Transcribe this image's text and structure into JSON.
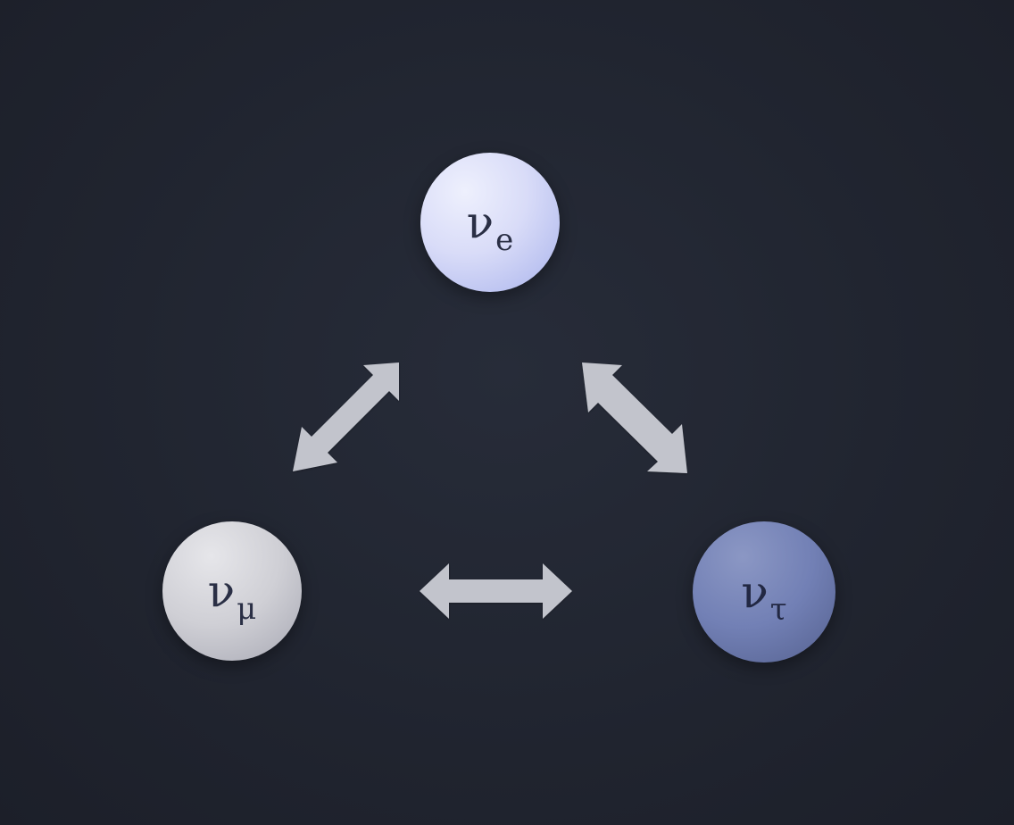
{
  "diagram": {
    "nodes": [
      {
        "id": "electron",
        "symbol": "ν",
        "subscript": "e",
        "color": "#c9cff6"
      },
      {
        "id": "muon",
        "symbol": "ν",
        "subscript": "μ",
        "color": "#c9c9cf"
      },
      {
        "id": "tau",
        "symbol": "ν",
        "subscript": "τ",
        "color": "#6f7cb2"
      }
    ],
    "edges": [
      {
        "from": "electron",
        "to": "muon",
        "style": "double-arrow"
      },
      {
        "from": "electron",
        "to": "tau",
        "style": "double-arrow"
      },
      {
        "from": "muon",
        "to": "tau",
        "style": "double-arrow"
      }
    ],
    "arrow_color": "#c2c4cc",
    "background_color": "#22262f"
  }
}
